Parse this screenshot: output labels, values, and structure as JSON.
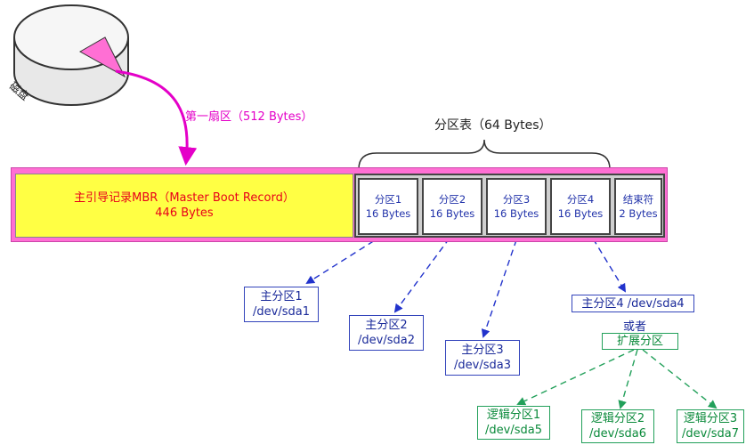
{
  "disk": {
    "label": "磁盘"
  },
  "sector": {
    "label": "第一扇区（512 Bytes）"
  },
  "partition_table": {
    "label": "分区表（64 Bytes）"
  },
  "mbr": {
    "line1": "主引导记录MBR（Master Boot Record）",
    "line2": "446 Bytes"
  },
  "entries": [
    {
      "line1": "分区1",
      "line2": "16 Bytes"
    },
    {
      "line1": "分区2",
      "line2": "16 Bytes"
    },
    {
      "line1": "分区3",
      "line2": "16 Bytes"
    },
    {
      "line1": "分区4",
      "line2": "16 Bytes"
    },
    {
      "line1": "结束符",
      "line2": "2 Bytes"
    }
  ],
  "primary": [
    {
      "line1": "主分区1",
      "line2": "/dev/sda1"
    },
    {
      "line1": "主分区2",
      "line2": "/dev/sda2"
    },
    {
      "line1": "主分区3",
      "line2": "/dev/sda3"
    },
    {
      "line1": "主分区4 /dev/sda4"
    }
  ],
  "or_text": "或者",
  "extended": {
    "label": "扩展分区"
  },
  "logical": [
    {
      "line1": "逻辑分区1",
      "line2": "/dev/sda5"
    },
    {
      "line1": "逻辑分区2",
      "line2": "/dev/sda6"
    },
    {
      "line1": "逻辑分区3",
      "line2": "/dev/sda7"
    }
  ],
  "colors": {
    "highlight": "#e400c8",
    "mbr_fill": "#ffff44",
    "mbr_text": "#e8001a",
    "primary": "#1a2a9a",
    "logical": "#0a8a3a"
  }
}
